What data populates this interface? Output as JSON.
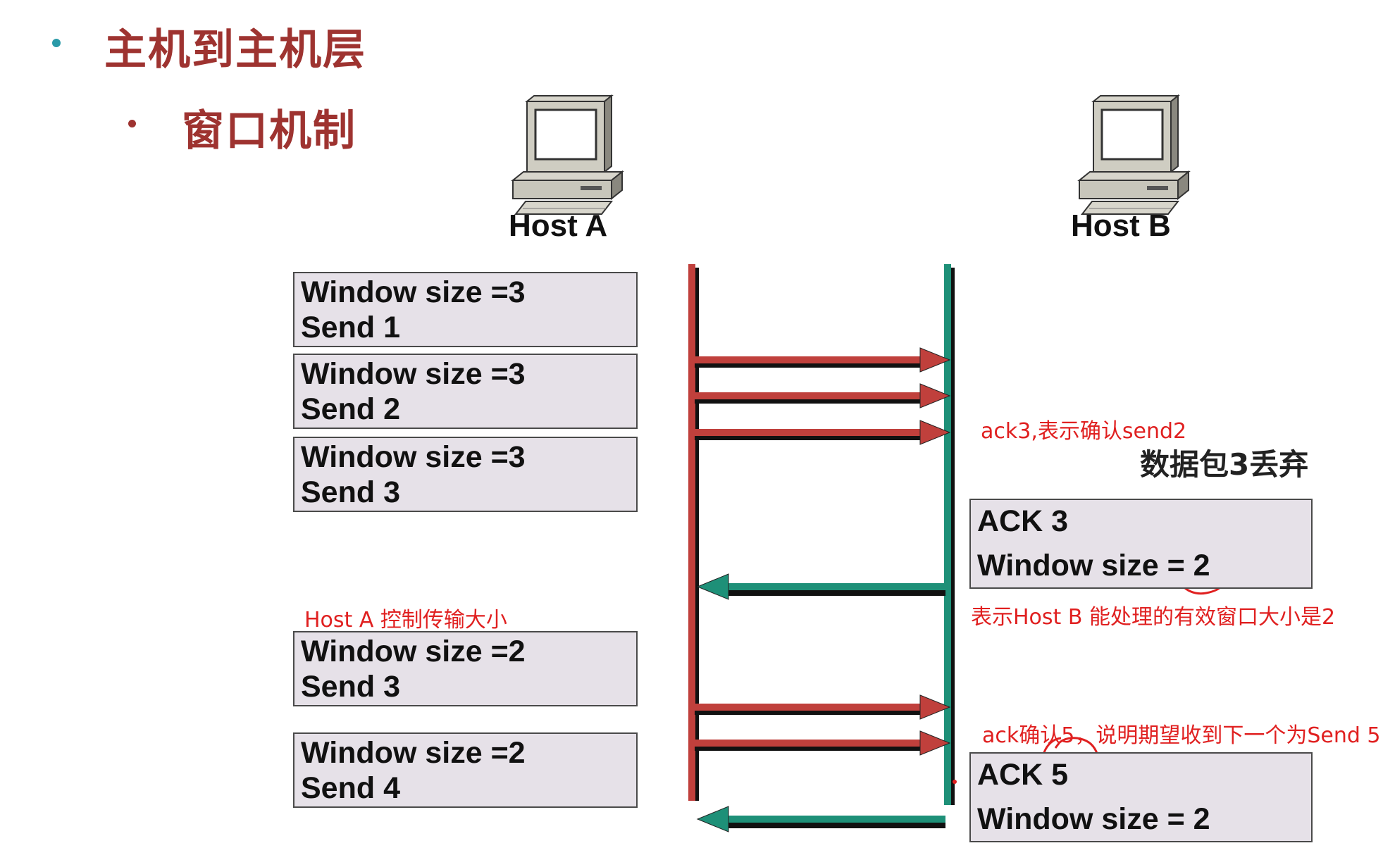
{
  "heading": {
    "level1": "主机到主机层",
    "level2": "窗口机制"
  },
  "hosts": {
    "a": "Host A",
    "b": "Host B"
  },
  "sender_boxes": [
    {
      "line1": "Window size =3",
      "line2": "Send 1"
    },
    {
      "line1": "Window size =3",
      "line2": "Send 2"
    },
    {
      "line1": "Window size =3",
      "line2": "Send 3"
    },
    {
      "line1": "Window size =2",
      "line2": "Send 3"
    },
    {
      "line1": "Window size =2",
      "line2": "Send 4"
    }
  ],
  "ack_boxes": [
    {
      "line1": "ACK 3",
      "line2": "Window size = 2"
    },
    {
      "line1": "ACK 5",
      "line2": "Window size = 2"
    }
  ],
  "annotations": {
    "ack3_note": "ack3,表示确认send2",
    "dropped": "数据包3丢弃",
    "window_note": "表示Host B 能处理的有效窗口大小是2",
    "host_a_note": "Host A 控制传输大小",
    "ack5_note": "ack确认5，说明期望收到下一个为Send 5"
  },
  "colors": {
    "title": "#9e3330",
    "sender_line": "#c0403c",
    "receiver_line": "#1e9078",
    "annotation": "#e02020",
    "box_fill": "#e6e1e8"
  }
}
